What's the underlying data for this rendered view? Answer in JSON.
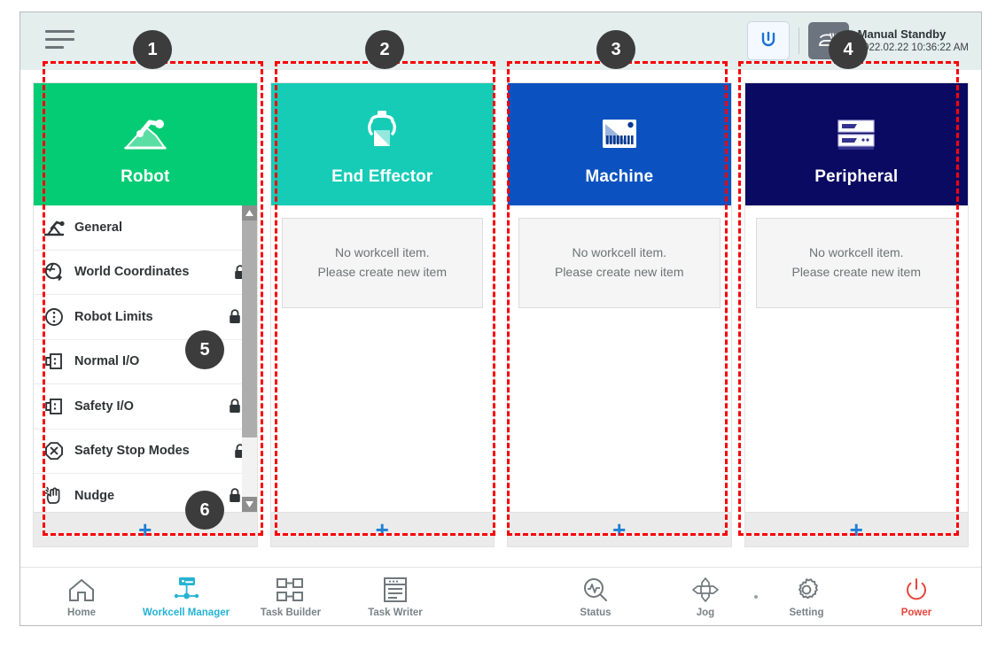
{
  "header": {
    "menu_icon": "hamburger-menu-icon",
    "collab_button_icon": "cobot-mode-icon",
    "mode_icon": "manual-hand-icon",
    "mode_title": "Manual Standby",
    "mode_timestamp": "2022.02.22 10:36:22 AM"
  },
  "columns": [
    {
      "id": "robot",
      "title": "Robot",
      "icon": "robot-arm-icon",
      "color": "#04CC74",
      "add_label": "+",
      "items": [
        {
          "label": "General",
          "icon": "robot-arm-small-icon",
          "locked": false,
          "lock_pushed": false
        },
        {
          "label": "World Coordinates",
          "icon": "globe-coordinates-icon",
          "locked": true,
          "lock_pushed": false
        },
        {
          "label": "Robot Limits",
          "icon": "limits-circle-icon",
          "locked": true,
          "lock_pushed": true
        },
        {
          "label": "Normal I/O",
          "icon": "io-port-icon",
          "locked": false,
          "lock_pushed": false
        },
        {
          "label": "Safety I/O",
          "icon": "io-port-icon",
          "locked": true,
          "lock_pushed": true
        },
        {
          "label": "Safety Stop Modes",
          "icon": "stop-octagon-icon",
          "locked": true,
          "lock_pushed": false
        },
        {
          "label": "Nudge",
          "icon": "nudge-hand-icon",
          "locked": true,
          "lock_pushed": true
        }
      ]
    },
    {
      "id": "end-effector",
      "title": "End Effector",
      "icon": "gripper-icon",
      "color": "#16CCB7",
      "add_label": "+",
      "empty_line1": "No workcell item.",
      "empty_line2": "Please create new item"
    },
    {
      "id": "machine",
      "title": "Machine",
      "icon": "machine-icon",
      "color": "#0B52C0",
      "add_label": "+",
      "empty_line1": "No workcell item.",
      "empty_line2": "Please create new item"
    },
    {
      "id": "peripheral",
      "title": "Peripheral",
      "icon": "peripheral-rack-icon",
      "color": "#0A0A63",
      "add_label": "+",
      "empty_line1": "No workcell item.",
      "empty_line2": "Please create new item"
    }
  ],
  "bottom_nav": {
    "left": [
      {
        "label": "Home",
        "icon": "home-icon",
        "active": false
      },
      {
        "label": "Workcell Manager",
        "icon": "workcell-manager-icon",
        "active": true
      },
      {
        "label": "Task Builder",
        "icon": "task-builder-icon",
        "active": false
      },
      {
        "label": "Task Writer",
        "icon": "task-writer-icon",
        "active": false
      }
    ],
    "right": [
      {
        "label": "Status",
        "icon": "status-magnifier-icon",
        "kind": "normal"
      },
      {
        "label": "Jog",
        "icon": "jog-dpad-icon",
        "kind": "normal"
      },
      {
        "label": "Setting",
        "icon": "gear-icon",
        "kind": "normal"
      },
      {
        "label": "Power",
        "icon": "power-icon",
        "kind": "power"
      }
    ]
  },
  "annotations": {
    "accent_color": "#FB0007",
    "badge_color": "#3C3C3C",
    "markers": [
      {
        "n": "1",
        "target": "robot-column"
      },
      {
        "n": "2",
        "target": "end-effector-column"
      },
      {
        "n": "3",
        "target": "machine-column"
      },
      {
        "n": "4",
        "target": "status-area"
      },
      {
        "n": "5",
        "target": "workcell-item-list"
      },
      {
        "n": "6",
        "target": "add-item-button"
      }
    ]
  }
}
